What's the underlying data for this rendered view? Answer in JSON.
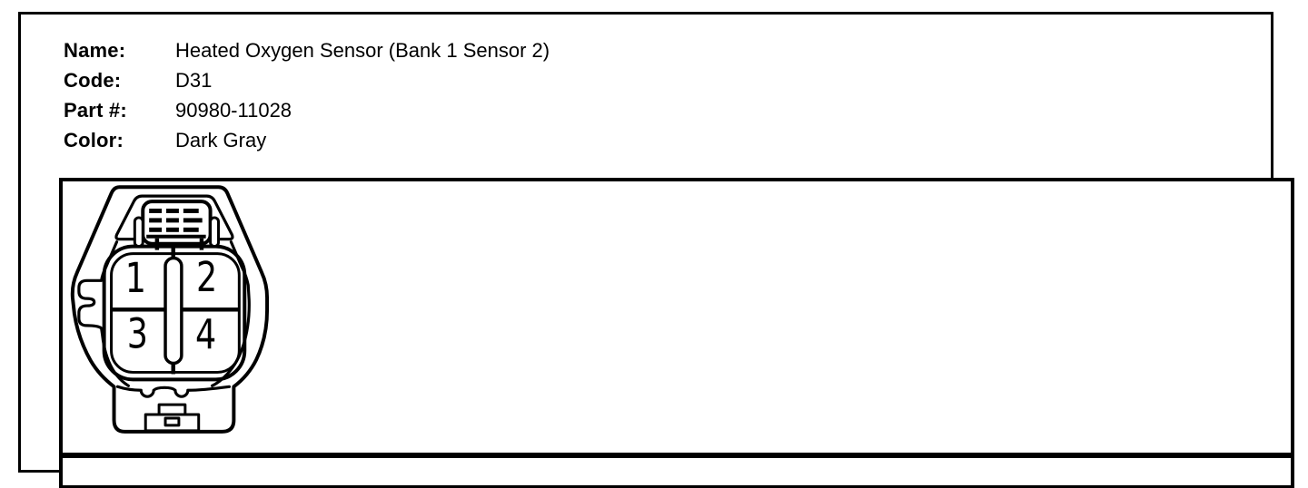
{
  "header": {
    "fields": [
      {
        "label": "Name:",
        "value": "Heated Oxygen Sensor (Bank 1 Sensor 2)"
      },
      {
        "label": "Code:",
        "value": "D31"
      },
      {
        "label": "Part #:",
        "value": "90980-11028"
      },
      {
        "label": "Color:",
        "value": "Dark Gray"
      }
    ]
  },
  "connector": {
    "description": "4-cavity oval connector, front view, with ribbed lock latch on top, center key, and bottom mounting tab",
    "pins": [
      "1",
      "2",
      "3",
      "4"
    ]
  },
  "colors": {
    "line": "#000000",
    "background": "#ffffff"
  }
}
